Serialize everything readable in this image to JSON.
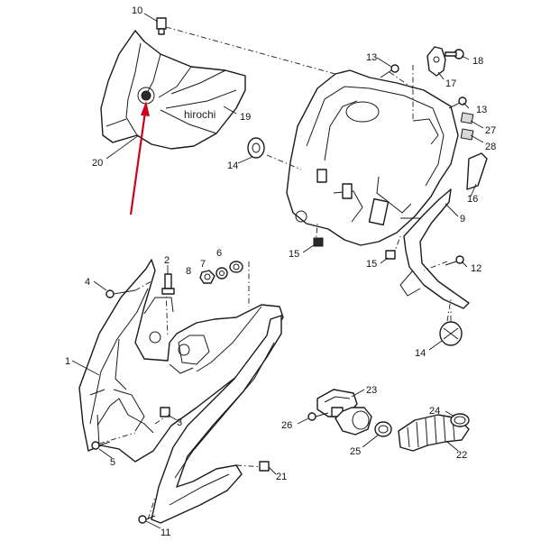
{
  "watermark": "hirochi",
  "accent_color": "#d0021b",
  "callouts": [
    {
      "id": "c1",
      "text": "1"
    },
    {
      "id": "c2",
      "text": "2"
    },
    {
      "id": "c3",
      "text": "3"
    },
    {
      "id": "c4",
      "text": "4"
    },
    {
      "id": "c5",
      "text": "5"
    },
    {
      "id": "c6",
      "text": "6"
    },
    {
      "id": "c7",
      "text": "7"
    },
    {
      "id": "c8",
      "text": "8"
    },
    {
      "id": "c9",
      "text": "9"
    },
    {
      "id": "c10",
      "text": "10"
    },
    {
      "id": "c11",
      "text": "11"
    },
    {
      "id": "c12",
      "text": "12"
    },
    {
      "id": "c13a",
      "text": "13"
    },
    {
      "id": "c13b",
      "text": "13"
    },
    {
      "id": "c14a",
      "text": "14"
    },
    {
      "id": "c14b",
      "text": "14"
    },
    {
      "id": "c15a",
      "text": "15"
    },
    {
      "id": "c15b",
      "text": "15"
    },
    {
      "id": "c16",
      "text": "16"
    },
    {
      "id": "c17",
      "text": "17"
    },
    {
      "id": "c18",
      "text": "18"
    },
    {
      "id": "c19",
      "text": "19"
    },
    {
      "id": "c20",
      "text": "20"
    },
    {
      "id": "c21",
      "text": "21"
    },
    {
      "id": "c22",
      "text": "22"
    },
    {
      "id": "c23",
      "text": "23"
    },
    {
      "id": "c24",
      "text": "24"
    },
    {
      "id": "c25",
      "text": "25"
    },
    {
      "id": "c26",
      "text": "26"
    },
    {
      "id": "c27",
      "text": "27"
    },
    {
      "id": "c28",
      "text": "28"
    }
  ]
}
